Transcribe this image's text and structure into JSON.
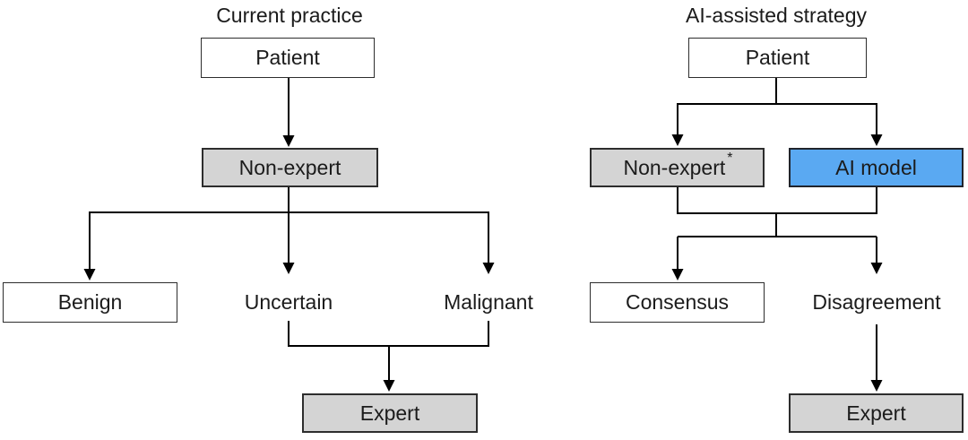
{
  "left": {
    "title": "Current practice",
    "patient": "Patient",
    "non_expert": "Non-expert",
    "benign": "Benign",
    "uncertain": "Uncertain",
    "malignant": "Malignant",
    "expert": "Expert"
  },
  "right": {
    "title": "AI-assisted strategy",
    "patient": "Patient",
    "non_expert": "Non-expert",
    "non_expert_marker": "*",
    "ai_model": "AI model",
    "consensus": "Consensus",
    "disagreement": "Disagreement",
    "expert": "Expert"
  },
  "colors": {
    "gray_box_fill": "#d4d4d4",
    "blue_box_fill": "#5aa9f2",
    "white_box_fill": "#ffffff",
    "box_outline": "#2d2d2d",
    "connector_line": "#000000",
    "text": "#1b1b1b",
    "background": "#ffffff"
  }
}
